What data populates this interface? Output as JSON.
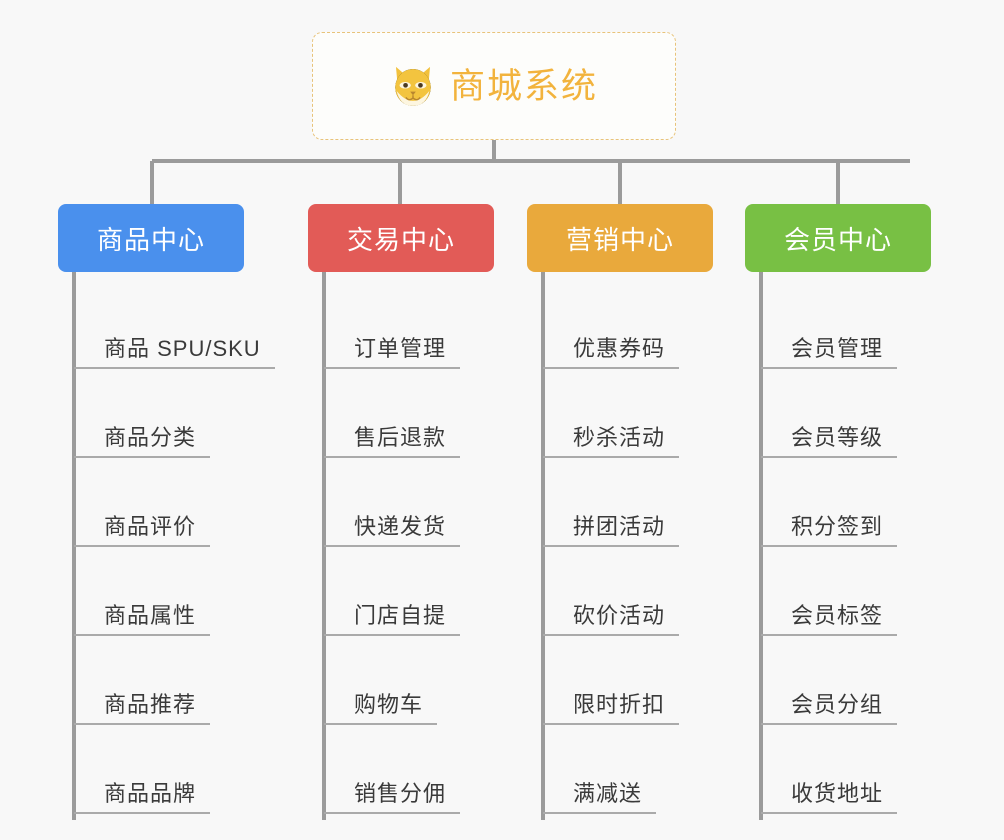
{
  "diagram": {
    "title": "商城系统",
    "root": {
      "label": "商城系统",
      "icon": "dog-face-icon",
      "border_color": "#e8c37a",
      "text_color": "#f2b33d",
      "background": "#fdfdfb"
    },
    "background_color": "#f8f8f8",
    "connector_color": "#9b9b9b",
    "leaf_underline_color": "#aaaaaa",
    "leaf_text_color": "#3a3a3a",
    "columns": [
      {
        "label": "商品中心",
        "color": "#4a90ed",
        "text_color": "#ffffff",
        "items": [
          "商品 SPU/SKU",
          "商品分类",
          "商品评价",
          "商品属性",
          "商品推荐",
          "商品品牌"
        ]
      },
      {
        "label": "交易中心",
        "color": "#e25b57",
        "text_color": "#ffffff",
        "items": [
          "订单管理",
          "售后退款",
          "快递发货",
          "门店自提",
          "购物车",
          "销售分佣"
        ]
      },
      {
        "label": "营销中心",
        "color": "#e9a93c",
        "text_color": "#ffffff",
        "items": [
          "优惠券码",
          "秒杀活动",
          "拼团活动",
          "砍价活动",
          "限时折扣",
          "满减送"
        ]
      },
      {
        "label": "会员中心",
        "color": "#78c044",
        "text_color": "#ffffff",
        "items": [
          "会员管理",
          "会员等级",
          "积分签到",
          "会员标签",
          "会员分组",
          "收货地址"
        ]
      }
    ]
  }
}
